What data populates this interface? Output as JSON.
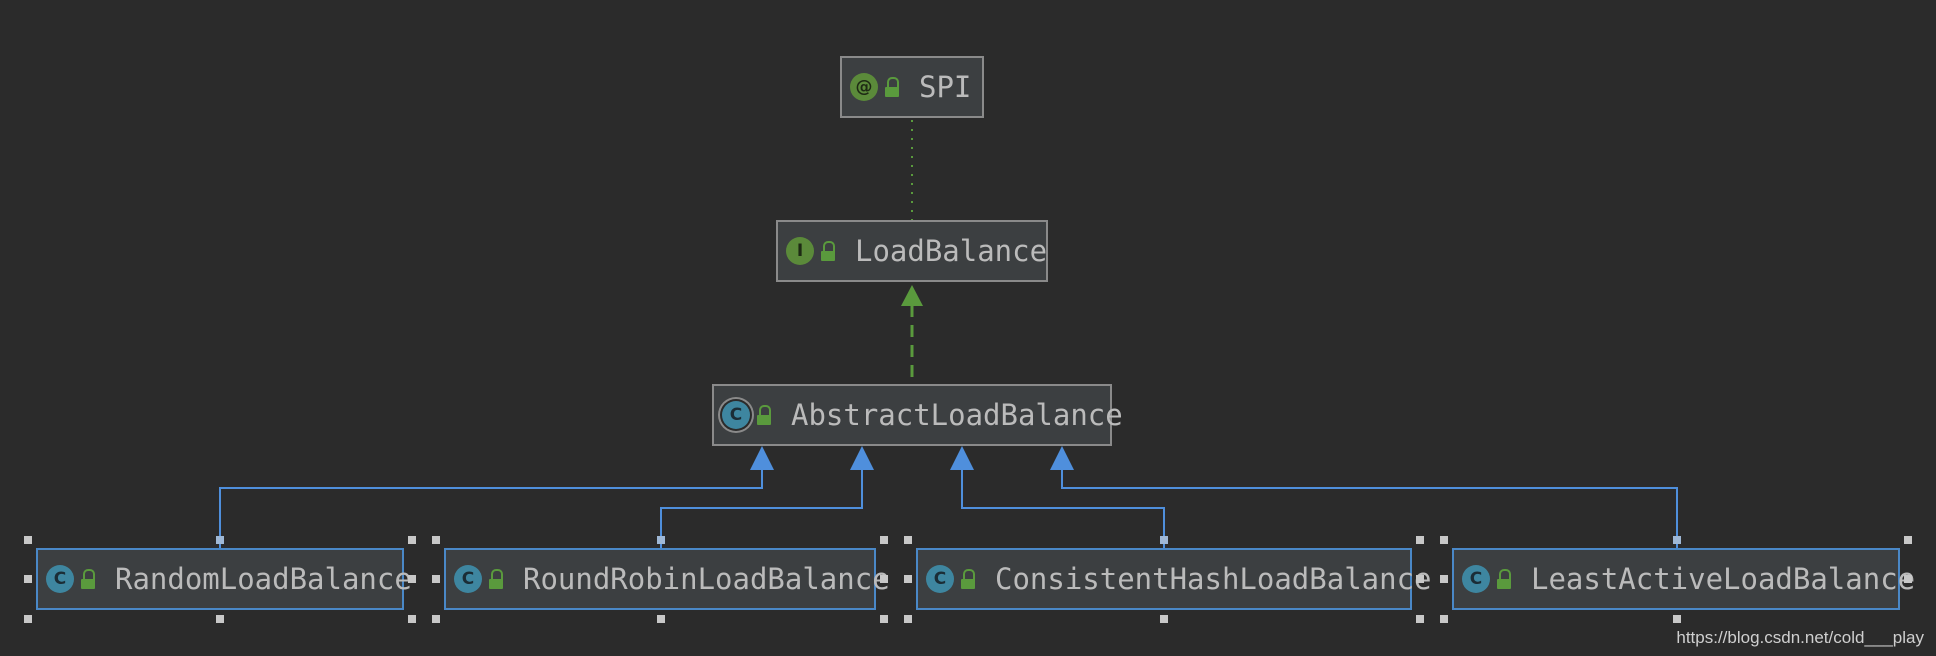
{
  "nodes": {
    "spi": {
      "kind": "annotation",
      "badge": "@",
      "label": "SPI"
    },
    "loadbalance": {
      "kind": "interface",
      "badge": "I",
      "label": "LoadBalance"
    },
    "abstract": {
      "kind": "abstract-class",
      "badge": "C",
      "label": "AbstractLoadBalance"
    },
    "random": {
      "kind": "class",
      "badge": "C",
      "label": "RandomLoadBalance"
    },
    "roundrobin": {
      "kind": "class",
      "badge": "C",
      "label": "RoundRobinLoadBalance"
    },
    "consistenthash": {
      "kind": "class",
      "badge": "C",
      "label": "ConsistentHashLoadBalance"
    },
    "leastactive": {
      "kind": "class",
      "badge": "C",
      "label": "LeastActiveLoadBalance"
    }
  },
  "relations": [
    {
      "from": "loadbalance",
      "to": "spi",
      "type": "annotation"
    },
    {
      "from": "abstract",
      "to": "loadbalance",
      "type": "implements"
    },
    {
      "from": "random",
      "to": "abstract",
      "type": "extends"
    },
    {
      "from": "roundrobin",
      "to": "abstract",
      "type": "extends"
    },
    {
      "from": "consistenthash",
      "to": "abstract",
      "type": "extends"
    },
    {
      "from": "leastactive",
      "to": "abstract",
      "type": "extends"
    }
  ],
  "colors": {
    "background": "#2b2b2b",
    "node_fill": "#3c3f41",
    "node_border": "#8a8a8a",
    "selected_border": "#4a88c7",
    "extends_line": "#4f8fdc",
    "implements_line": "#5a9a3d"
  },
  "footer": {
    "watermark": "https://blog.csdn.net/cold___play"
  }
}
